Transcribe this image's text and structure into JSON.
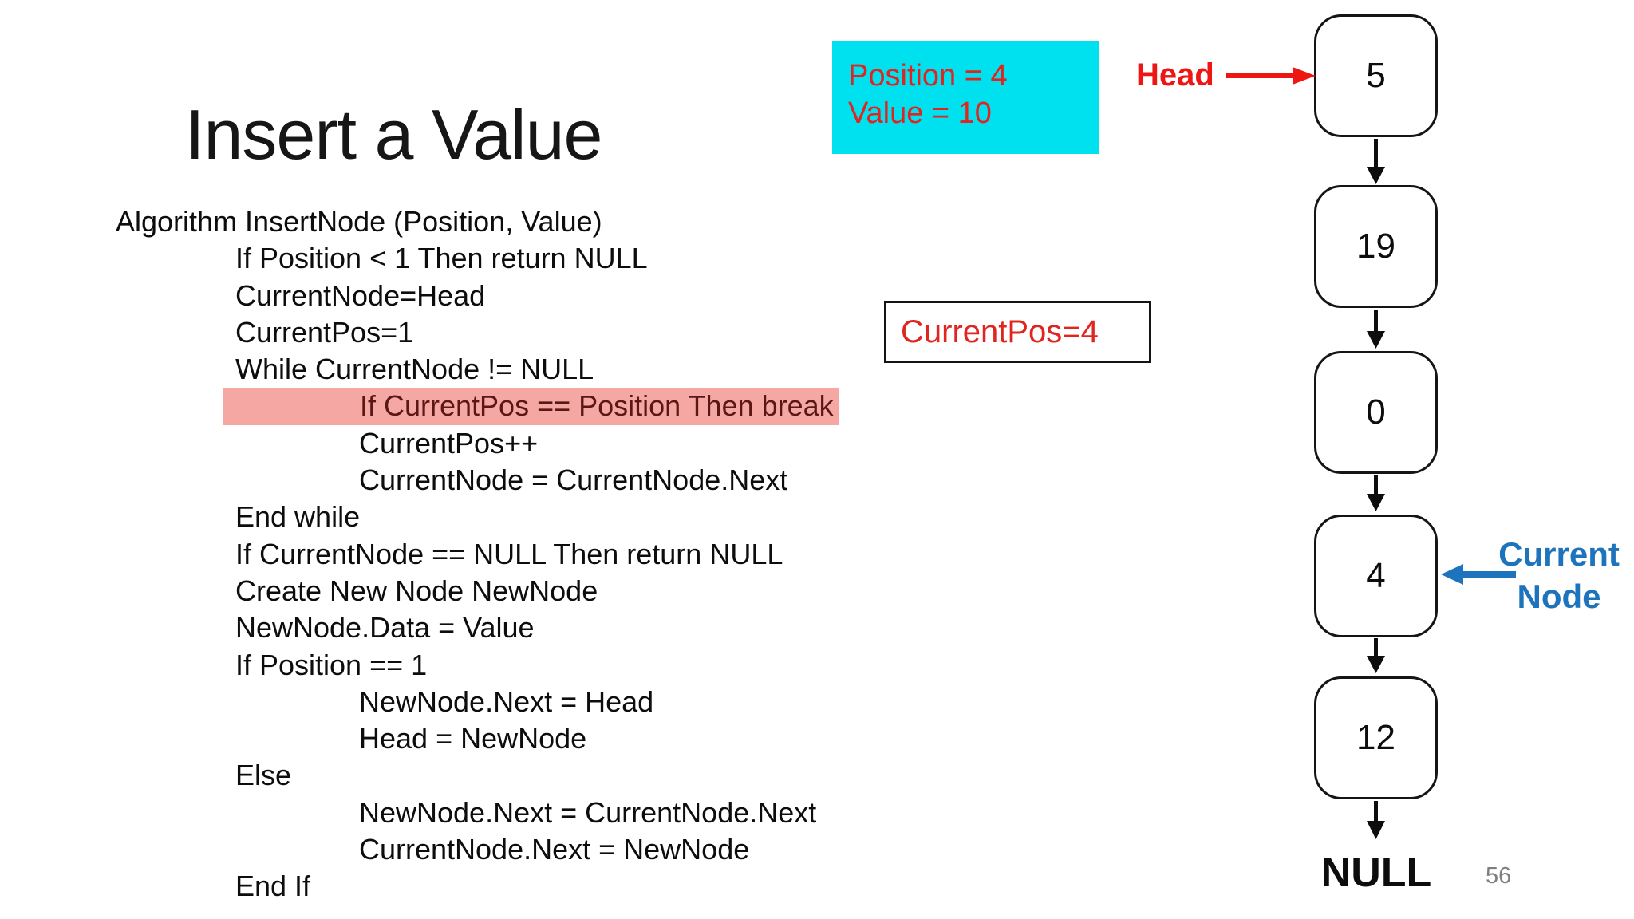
{
  "title": "Insert a Value",
  "page_number": "56",
  "colors": {
    "red_text": "#e02420",
    "head_red": "#ee1613",
    "current_blue": "#1e74bc",
    "params_box_bg_cyan": "#00e1ef",
    "highlight_pink": "#f5a7a3",
    "highlight_text_maroon": "#5a1715",
    "page_number_gray": "#7f7f7f",
    "node_border_black": "#151515"
  },
  "algorithm": {
    "lines": [
      {
        "text": "Algorithm InsertNode (Position, Value)",
        "indent": 0,
        "highlighted": false
      },
      {
        "text": "If Position < 1 Then return NULL",
        "indent": 1,
        "highlighted": false
      },
      {
        "text": "CurrentNode=Head",
        "indent": 1,
        "highlighted": false
      },
      {
        "text": "CurrentPos=1",
        "indent": 1,
        "highlighted": false
      },
      {
        "text": "While CurrentNode != NULL",
        "indent": 1,
        "highlighted": false
      },
      {
        "text": "If CurrentPos == Position Then break",
        "indent": 2,
        "highlighted": true
      },
      {
        "text": "CurrentPos++",
        "indent": 2,
        "highlighted": false
      },
      {
        "text": "CurrentNode = CurrentNode.Next",
        "indent": 2,
        "highlighted": false
      },
      {
        "text": "End while",
        "indent": 1,
        "highlighted": false
      },
      {
        "text": "If CurrentNode == NULL Then return NULL",
        "indent": 1,
        "highlighted": false
      },
      {
        "text": "Create New Node NewNode",
        "indent": 1,
        "highlighted": false
      },
      {
        "text": "NewNode.Data = Value",
        "indent": 1,
        "highlighted": false
      },
      {
        "text": "If Position == 1",
        "indent": 1,
        "highlighted": false
      },
      {
        "text": "NewNode.Next = Head",
        "indent": 2,
        "highlighted": false
      },
      {
        "text": "Head = NewNode",
        "indent": 2,
        "highlighted": false
      },
      {
        "text": "Else",
        "indent": 1,
        "highlighted": false
      },
      {
        "text": "NewNode.Next = CurrentNode.Next",
        "indent": 2,
        "highlighted": false
      },
      {
        "text": "CurrentNode.Next = NewNode",
        "indent": 2,
        "highlighted": false
      },
      {
        "text": "End If",
        "indent": 1,
        "highlighted": false
      }
    ]
  },
  "callouts": {
    "params_box": {
      "line1": "Position = 4",
      "line2": "Value = 10"
    },
    "currentpos_box": {
      "text": "CurrentPos=4"
    }
  },
  "linked_list": {
    "head_label": "Head",
    "current_label": {
      "line1": "Current",
      "line2": "Node"
    },
    "null_label": "NULL",
    "nodes": [
      {
        "value": "5"
      },
      {
        "value": "19"
      },
      {
        "value": "0"
      },
      {
        "value": "4"
      },
      {
        "value": "12"
      }
    ]
  }
}
